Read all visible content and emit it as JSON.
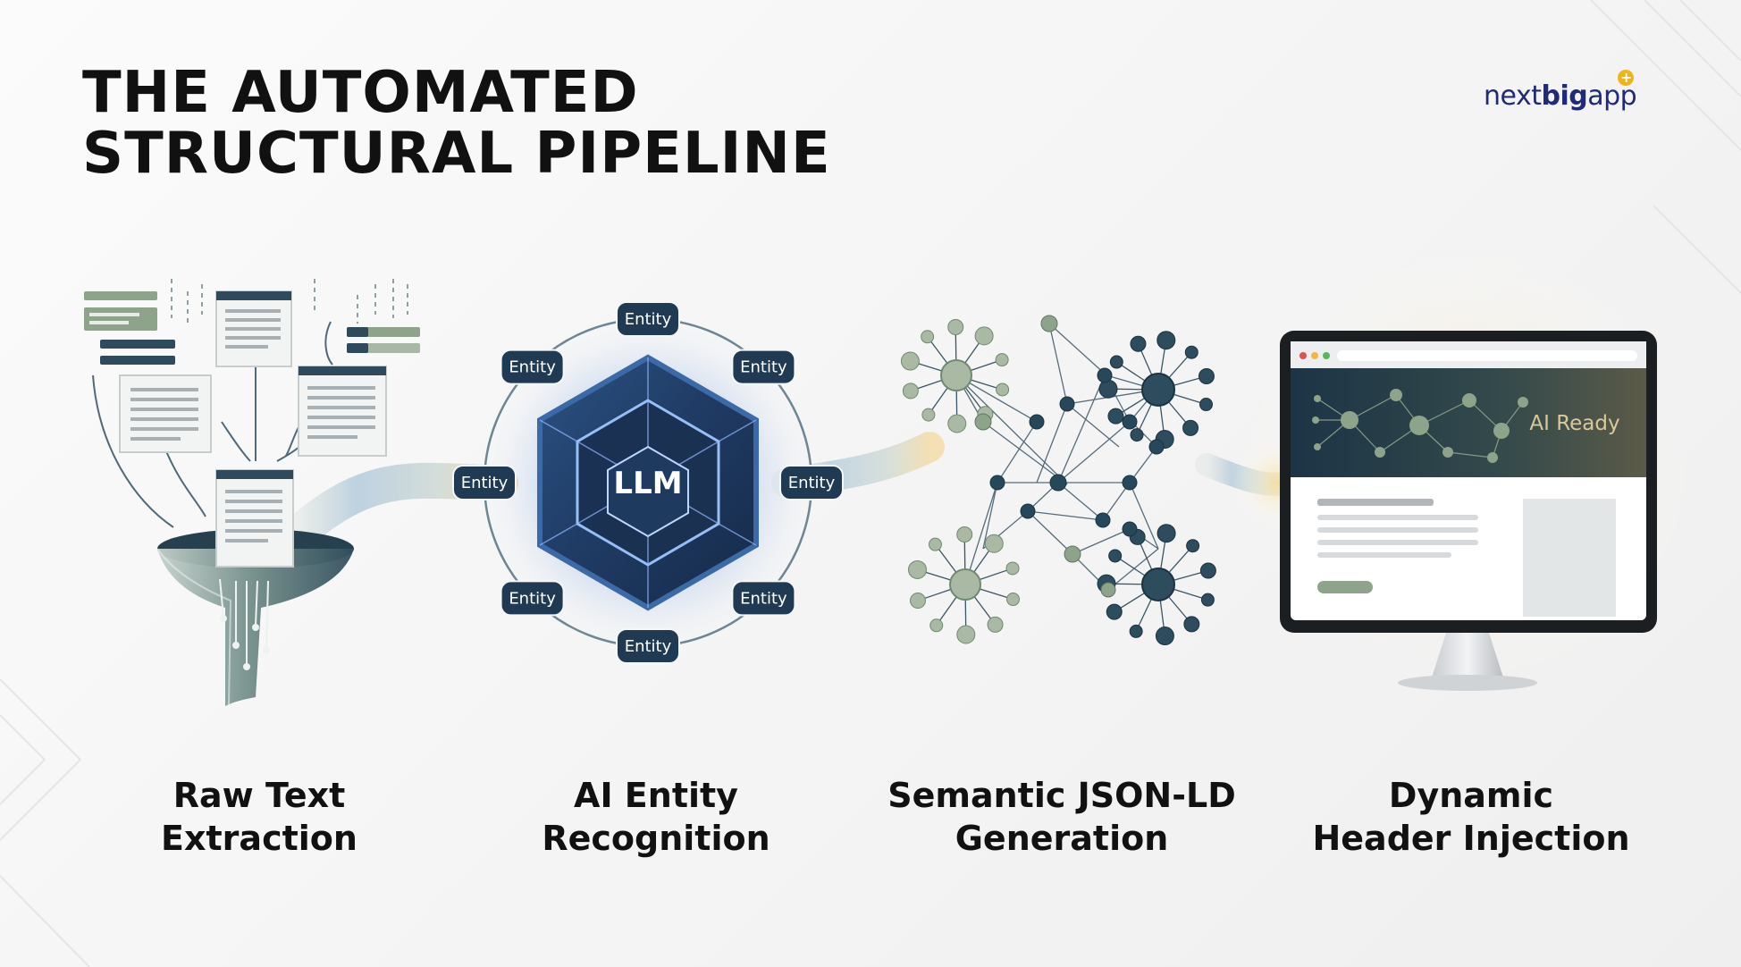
{
  "title": {
    "line1": "THE AUTOMATED",
    "line2": "STRUCTURAL PIPELINE"
  },
  "logo": {
    "part1": "nextbig",
    "part2": "app",
    "accent_color": "#f2b21b",
    "text_color": "#1f2a78"
  },
  "stages": [
    {
      "line1": "Raw Text",
      "line2": "Extraction"
    },
    {
      "line1": "AI Entity",
      "line2": "Recognition"
    },
    {
      "line1": "Semantic JSON-LD",
      "line2": "Generation"
    },
    {
      "line1": "Dynamic",
      "line2": "Header Injection"
    }
  ],
  "llm": {
    "core_label": "LLM",
    "entity_label": "Entity",
    "entity_count": 8
  },
  "monitor": {
    "banner_label": "AI Ready"
  },
  "colors": {
    "navy": "#1f3a52",
    "sage": "#8aa586",
    "glow_blue": "#6fa8ff",
    "gold_glow": "#f3d89a"
  }
}
